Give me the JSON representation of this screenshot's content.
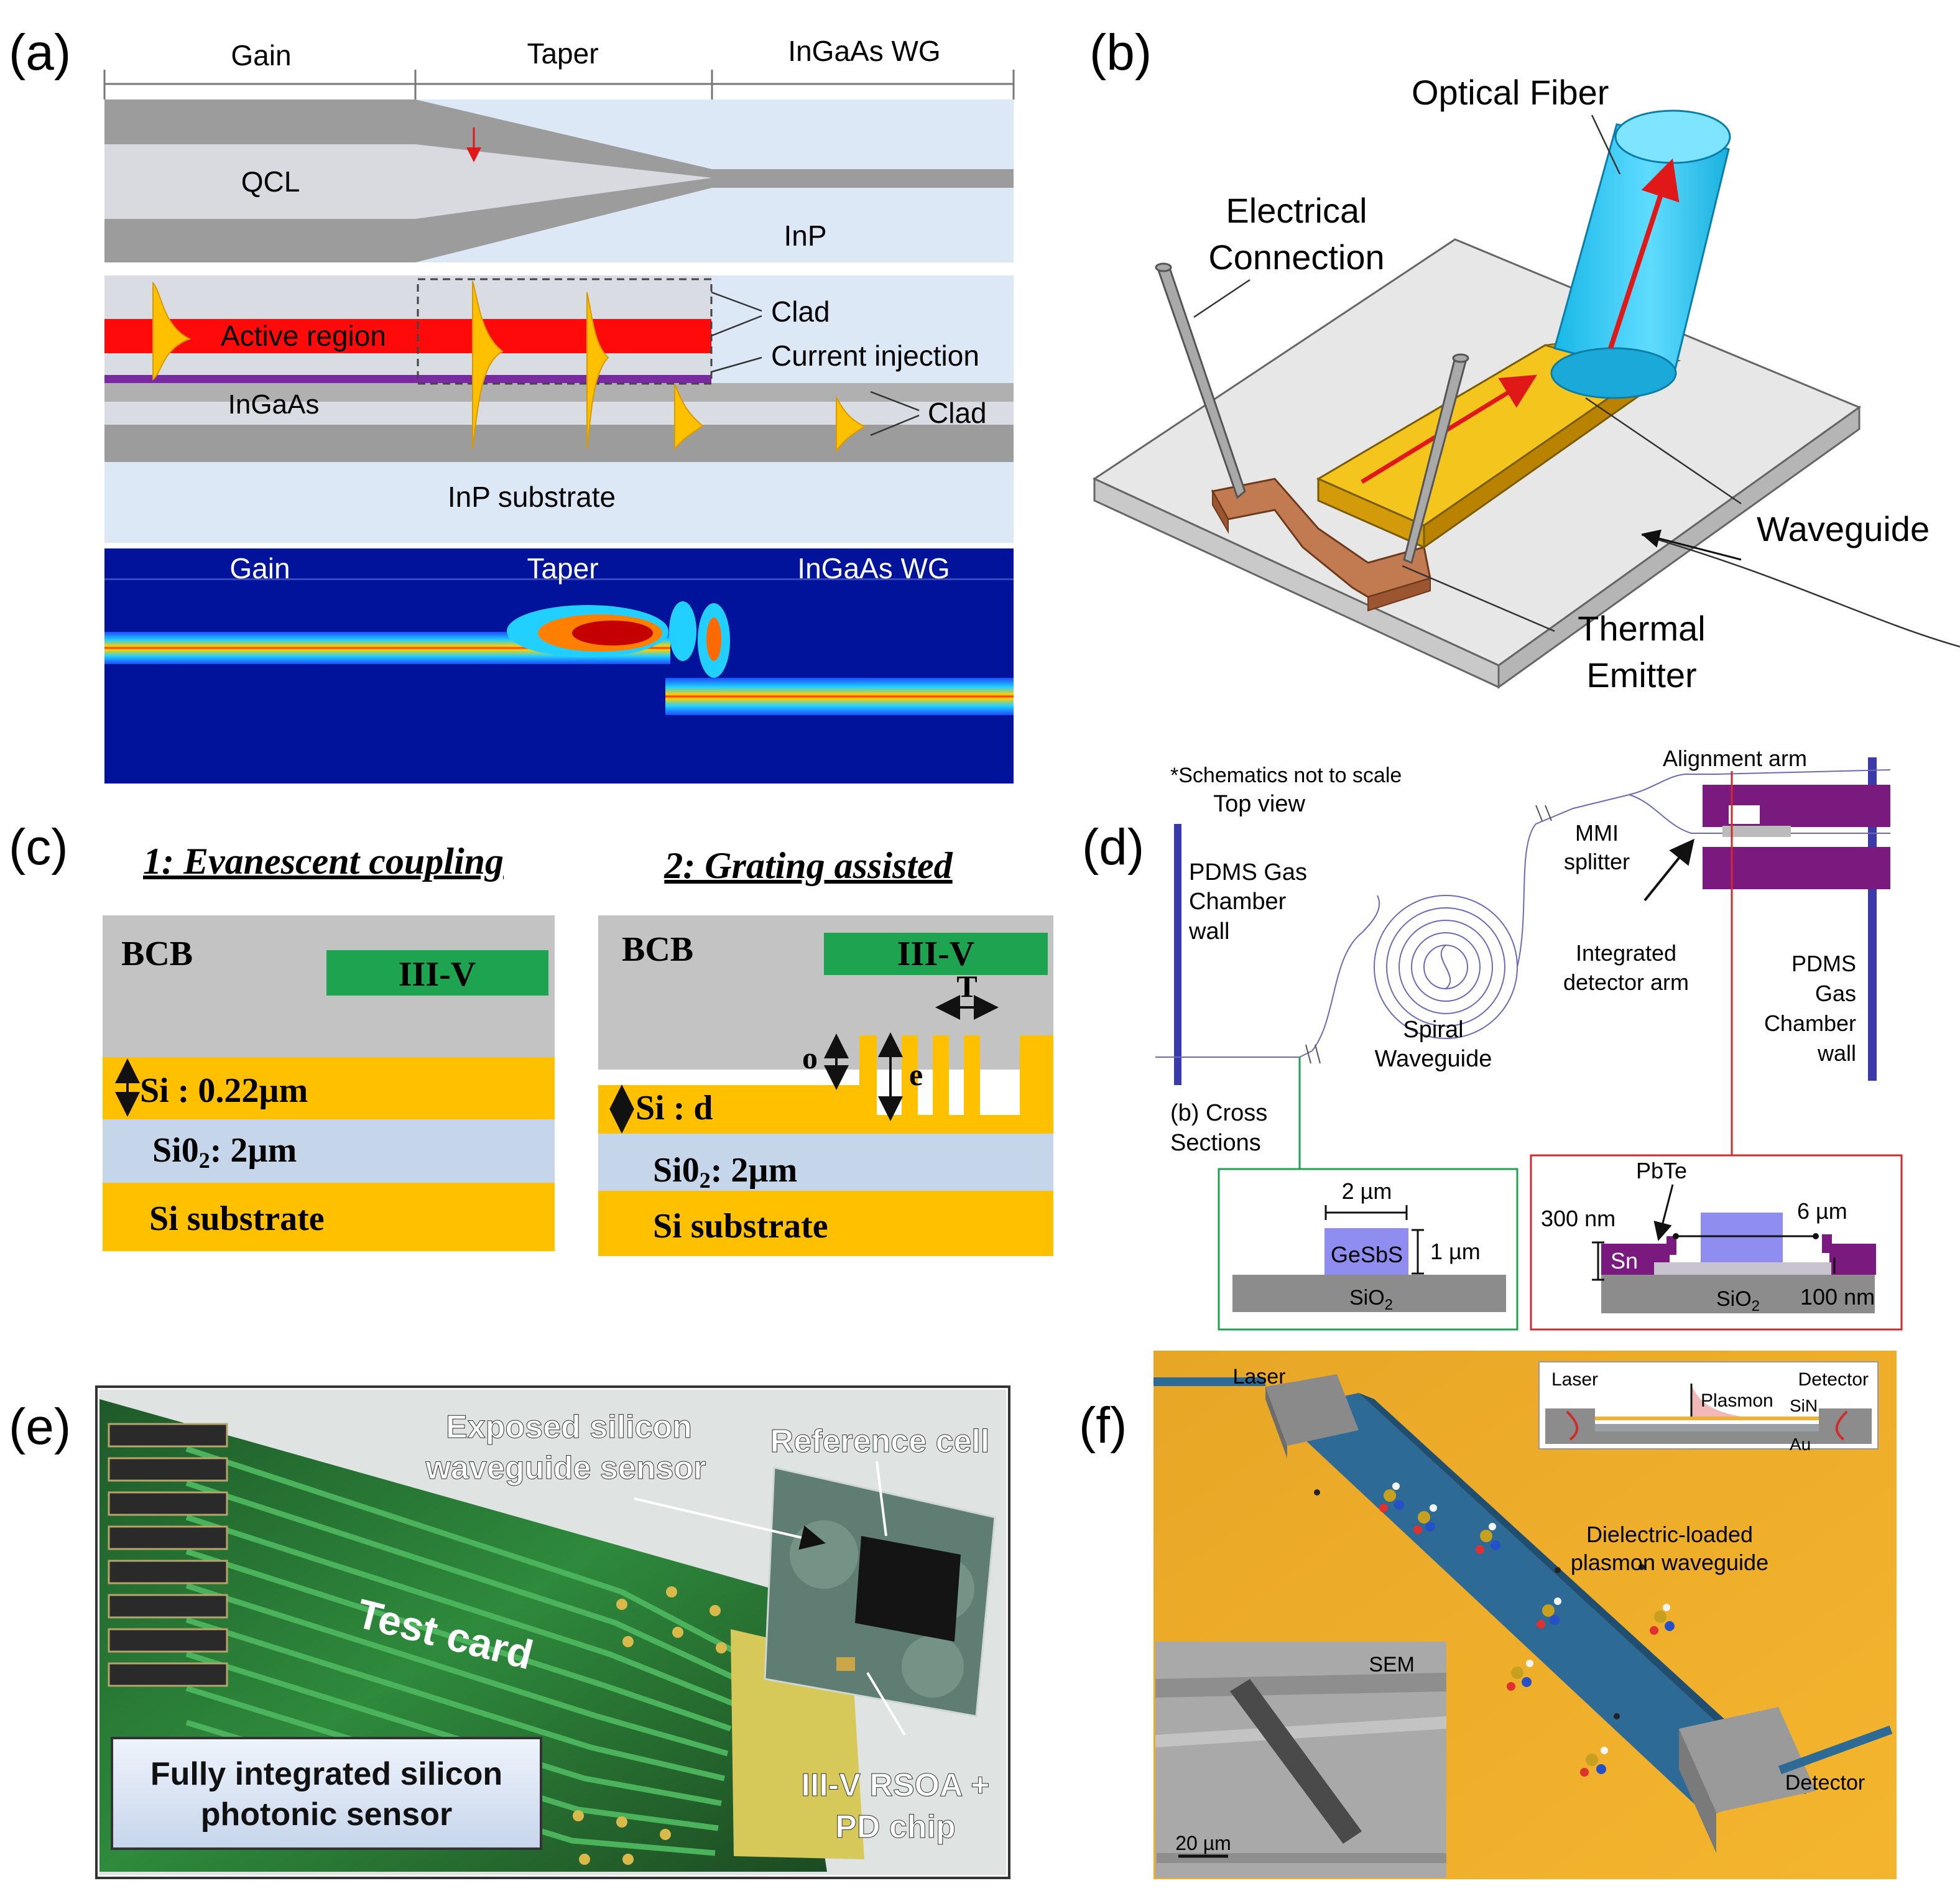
{
  "panels": {
    "a": {
      "label": "(a)",
      "sections": [
        "Gain",
        "Taper",
        "InGaAs WG"
      ],
      "top": {
        "qcl": "QCL",
        "inp": "InP"
      },
      "middle": {
        "active_region": "Active region",
        "ingaas": "InGaAs",
        "substrate": "InP substrate",
        "clad_1": "Clad",
        "current_injection": "Current injection",
        "clad_2": "Clad"
      },
      "field_map_sections": [
        "Gain",
        "Taper",
        "InGaAs WG"
      ]
    },
    "b": {
      "label": "(b)",
      "optical_fiber": "Optical Fiber",
      "electrical_connection_1": "Electrical",
      "electrical_connection_2": "Connection",
      "waveguide": "Waveguide",
      "thermal_emitter_1": "Thermal",
      "thermal_emitter_2": "Emitter"
    },
    "c": {
      "label": "(c)",
      "left": {
        "title": "1: Evanescent coupling",
        "bcb": "BCB",
        "iii_v": "III-V",
        "si": "Si : 0.22µm",
        "sio2_a": "Si0",
        "sio2_sub": "2",
        "sio2_b": ": 2µm",
        "substrate": "Si substrate"
      },
      "right": {
        "title": "2: Grating assisted",
        "bcb": "BCB",
        "iii_v": "III-V",
        "si": "Si : d",
        "sio2_a": "Si0",
        "sio2_sub": "2",
        "sio2_b": ": 2µm",
        "substrate": "Si substrate",
        "o": "o",
        "e": "e",
        "t": "T"
      }
    },
    "d": {
      "label": "(d)",
      "note": "*Schematics not to scale",
      "top_view": "Top view",
      "alignment_arm": "Alignment  arm",
      "pdms_left": [
        "PDMS Gas",
        "Chamber",
        "wall"
      ],
      "mmi": [
        "MMI",
        "splitter"
      ],
      "integrated": [
        "Integrated",
        "detector arm"
      ],
      "pdms_right": [
        "PDMS",
        "Gas",
        "Chamber",
        "wall"
      ],
      "spiral": [
        "Spiral",
        "Waveguide"
      ],
      "cross_sections": [
        "(b) Cross",
        "Sections"
      ],
      "left_box": {
        "width": "2 µm",
        "material": "GeSbS",
        "height": "1 µm",
        "substrate_a": "SiO",
        "substrate_sub": "2"
      },
      "right_box": {
        "pbte": "PbTe",
        "thick": "300 nm",
        "width": "6 µm",
        "sn": "Sn",
        "gap": "100 nm",
        "substrate_a": "SiO",
        "substrate_sub": "2"
      }
    },
    "e": {
      "label": "(e)",
      "exposed_1": "Exposed silicon",
      "exposed_2": "waveguide sensor",
      "reference": "Reference cell",
      "test_card": "Test card",
      "fully_1": "Fully integrated silicon",
      "fully_2": "photonic sensor",
      "rsoa_1": "III-V RSOA +",
      "rsoa_2": "PD chip"
    },
    "f": {
      "label": "(f)",
      "laser": "Laser",
      "inset_laser": "Laser",
      "inset_detector": "Detector",
      "inset_plasmon": "Plasmon",
      "inset_sin": "SiN",
      "inset_au": "Au",
      "dielectric_1": "Dielectric-loaded",
      "dielectric_2": "plasmon waveguide",
      "sem": "SEM",
      "scale": "20 µm",
      "detector": "Detector"
    }
  },
  "colors": {
    "active_region": "#ff0a0a",
    "current_injection": "#7a2aa0",
    "mode_profile": "#ffc000",
    "cladding_light": "#d9dde3",
    "cladding_dark": "#9c9c9c",
    "inp": "#dce8f6",
    "field_background": "#00139a",
    "fiber": "#29c8f0",
    "waveguide_gold": "#f3c51d",
    "copper": "#c27a50",
    "si_gold": "#ffc000",
    "sio2_blue": "#c5d6ea",
    "bcb_gray": "#c3c3c3",
    "iii_v_green": "#1ea450",
    "purple": "#7b1a7e",
    "sensor_green": "#229a4a"
  }
}
